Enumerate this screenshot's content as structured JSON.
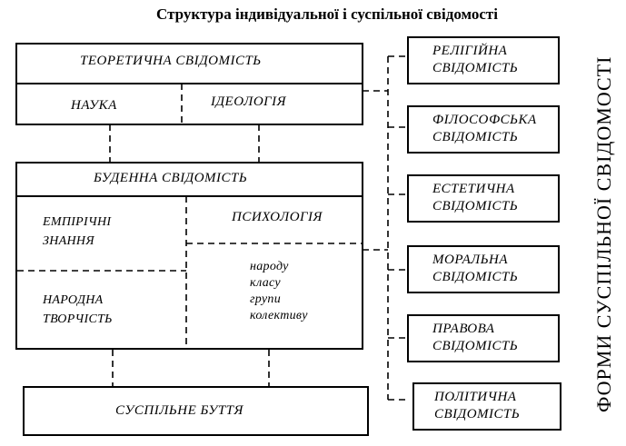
{
  "title": "Структура індивідуальної і суспільної свідомості",
  "side_label": "ФОРМИ СУСПІЛЬНОЇ СВІДОМОСТІ",
  "theoretical": {
    "header": "ТЕОРЕТИЧНА СВІДОМІСТЬ",
    "left": "НАУКА",
    "right": "ІДЕОЛОГІЯ"
  },
  "everyday": {
    "header": "БУДЕННА СВІДОМІСТЬ",
    "empirical": [
      "ЕМПІРІЧНІ",
      "ЗНАННЯ"
    ],
    "folk": [
      "НАРОДНА",
      "ТВОРЧІСТЬ"
    ],
    "psychology": "ПСИХОЛОГІЯ",
    "groups": [
      "народу",
      "класу",
      "групи",
      "колективу"
    ]
  },
  "social_being": "СУСПІЛЬНЕ БУТТЯ",
  "forms": [
    {
      "line1": "РЕЛІГІЙНА",
      "line2": "СВІДОМІСТЬ"
    },
    {
      "line1": "ФІЛОСОФСЬКА",
      "line2": "СВІДОМІСТЬ"
    },
    {
      "line1": "ЕСТЕТИЧНА",
      "line2": "СВІДОМІСТЬ"
    },
    {
      "line1": "МОРАЛЬНА",
      "line2": "СВІДОМІСТЬ"
    },
    {
      "line1": "ПРАВОВА",
      "line2": "СВІДОМІСТЬ"
    },
    {
      "line1": "ПОЛІТИЧНА",
      "line2": "СВІДОМІСТЬ"
    }
  ]
}
